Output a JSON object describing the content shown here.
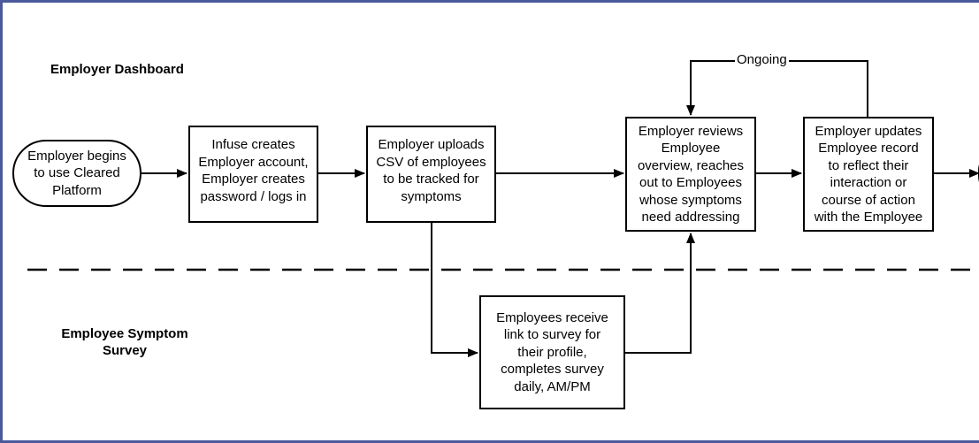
{
  "lanes": {
    "employer": "Employer Dashboard",
    "employee": "Employee Symptom\nSurvey"
  },
  "nodes": {
    "start": "Employer begins\nto use Cleared\nPlatform",
    "infuse": "Infuse creates\nEmployer account,\nEmployer creates\npassword / logs in",
    "upload": "Employer uploads\nCSV of employees\nto be tracked for\nsymptoms",
    "review": "Employer reviews\nEmployee\noverview, reaches\nout to Employees\nwhose symptoms\nneed addressing",
    "update": "Employer updates\nEmployee record\nto reflect their\ninteraction or\ncourse of action\nwith the Employee",
    "survey": "Employees receive\nlink to survey for\ntheir profile,\ncompletes survey\ndaily, AM/PM"
  },
  "edges": {
    "loop_label": "Ongoing"
  },
  "colors": {
    "frame": "#4a5a9c",
    "line": "#000000"
  }
}
